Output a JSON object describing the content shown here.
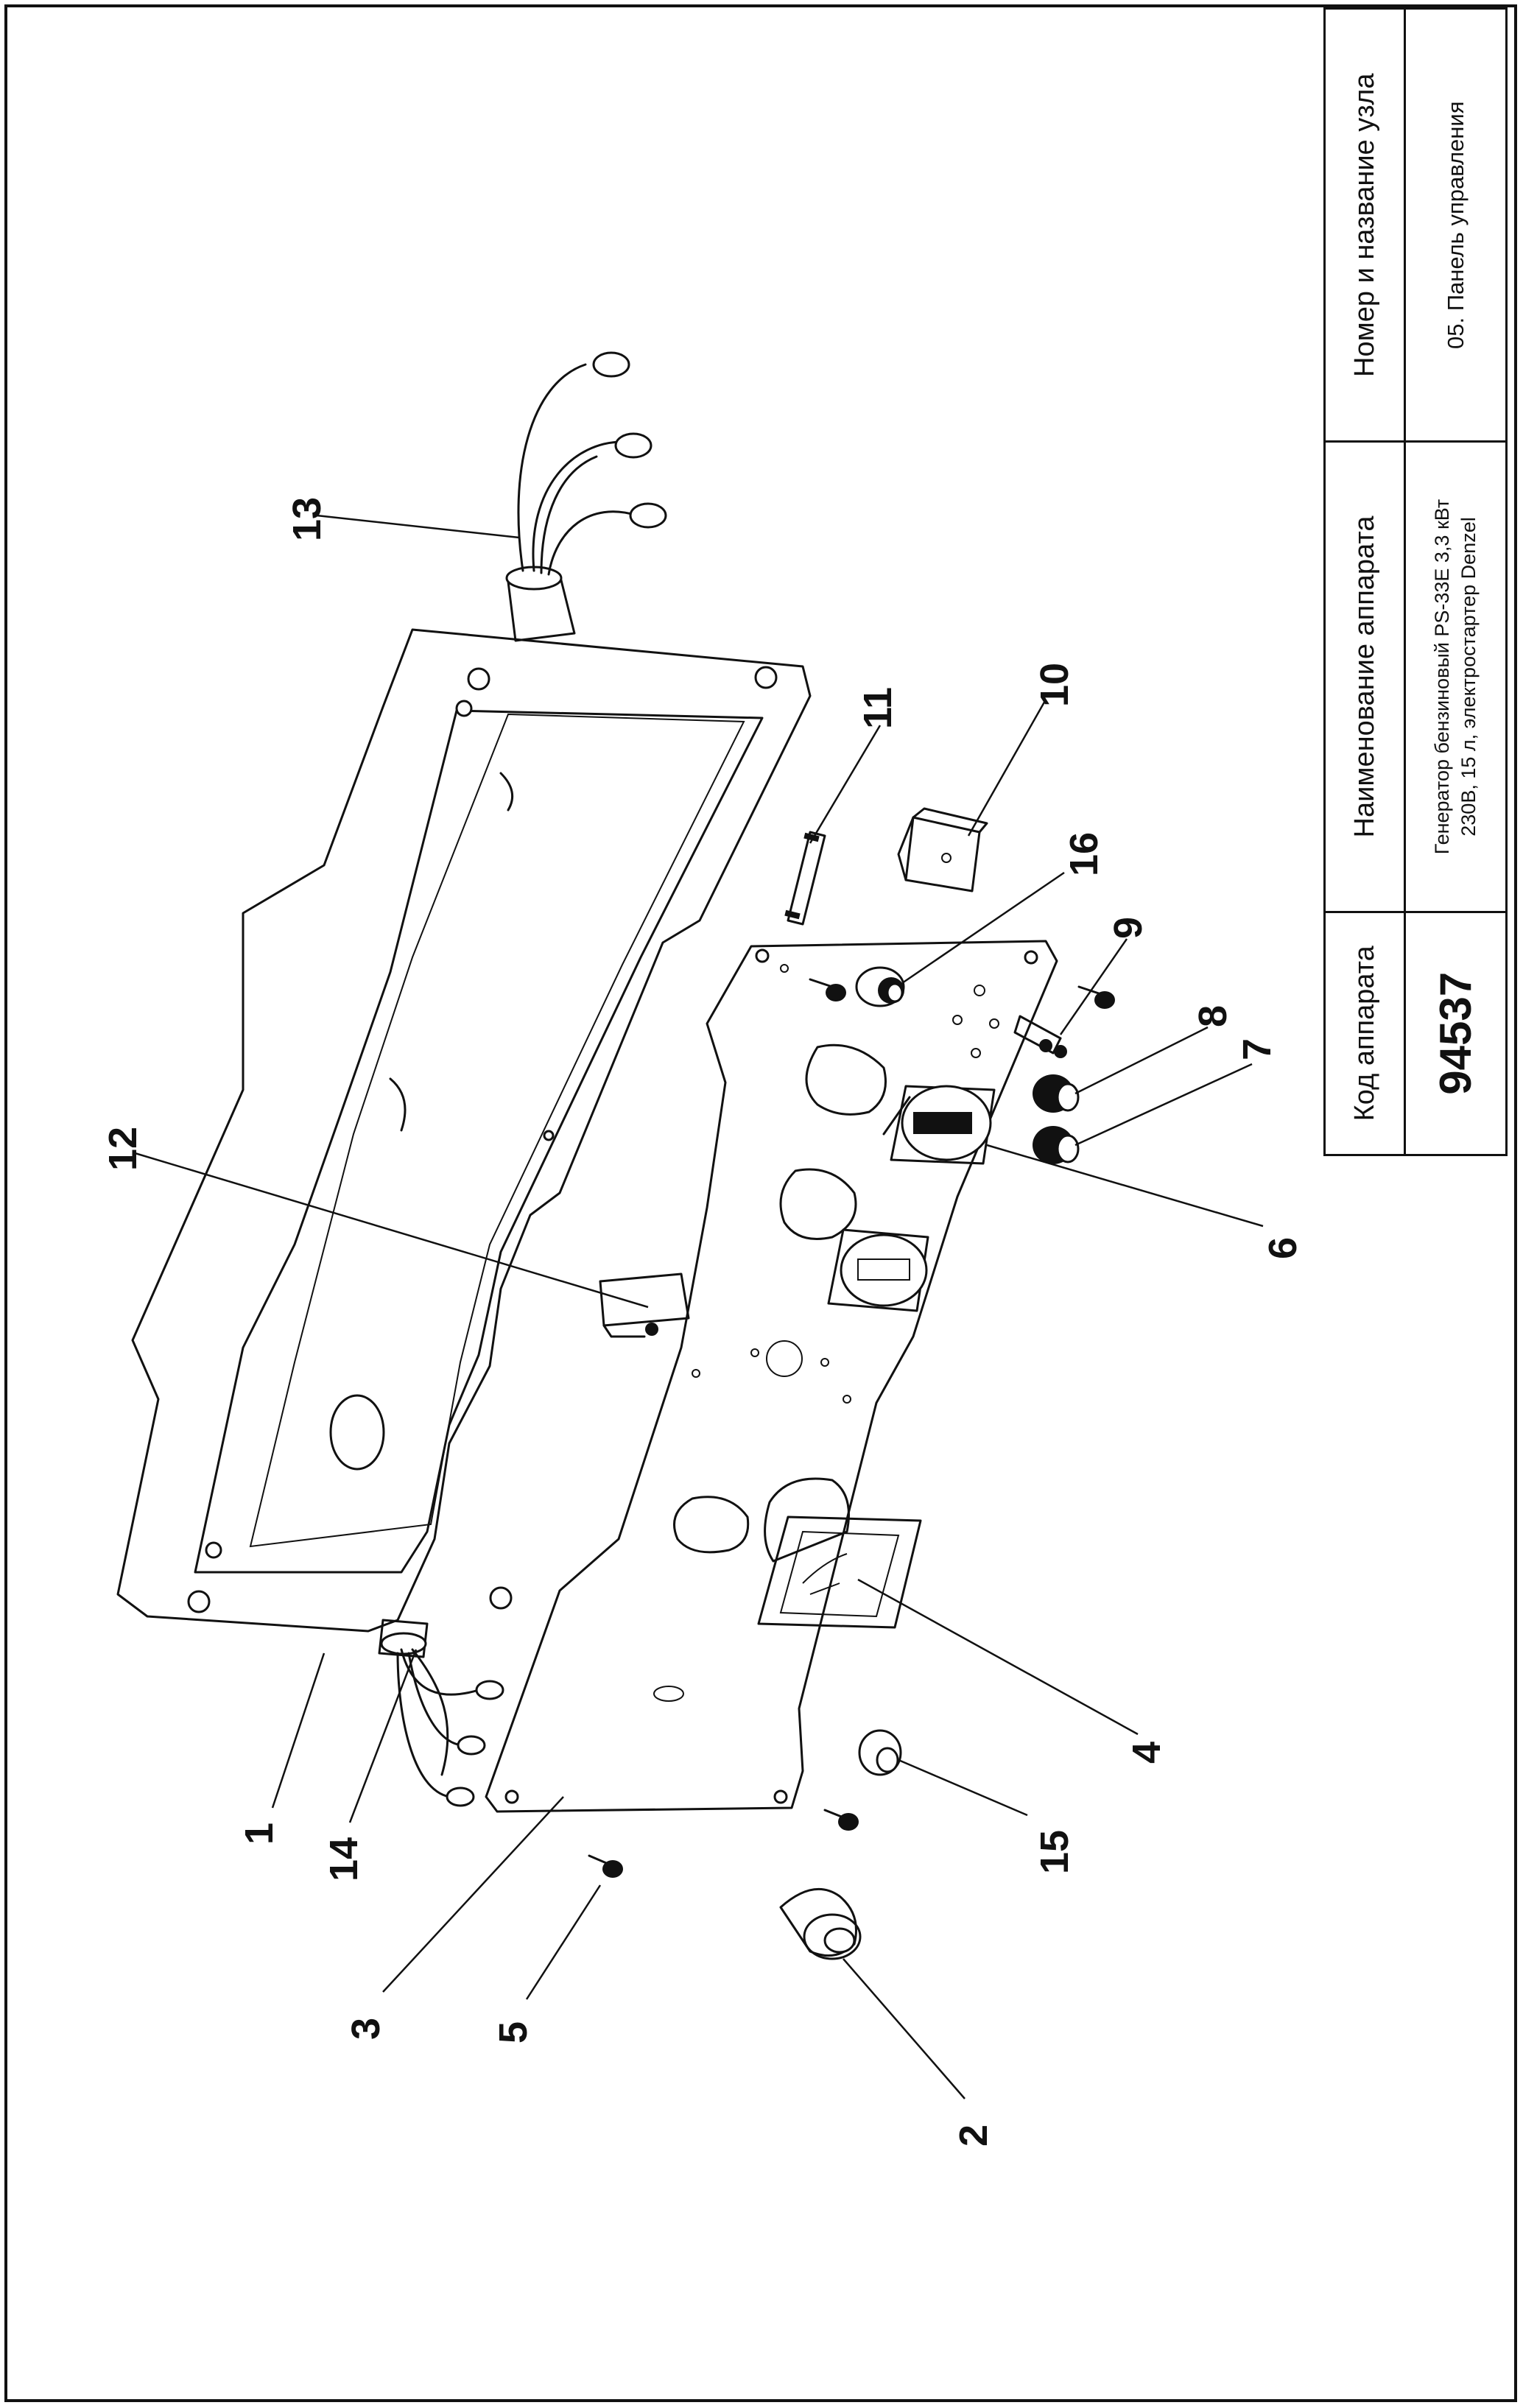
{
  "title_block": {
    "code_header": "Код аппарата",
    "name_header": "Наименование аппарата",
    "unit_header": "Номер и название узла",
    "code": "94537",
    "model_line1": "Генератор бензиновый PS-33E 3,3 кВт",
    "model_line2": "230В, 15 л, электростартер Denzel",
    "unit_name": "05. Панель управления"
  },
  "callouts": [
    "1",
    "2",
    "3",
    "4",
    "5",
    "6",
    "7",
    "8",
    "9",
    "10",
    "11",
    "12",
    "13",
    "14",
    "15",
    "16"
  ]
}
